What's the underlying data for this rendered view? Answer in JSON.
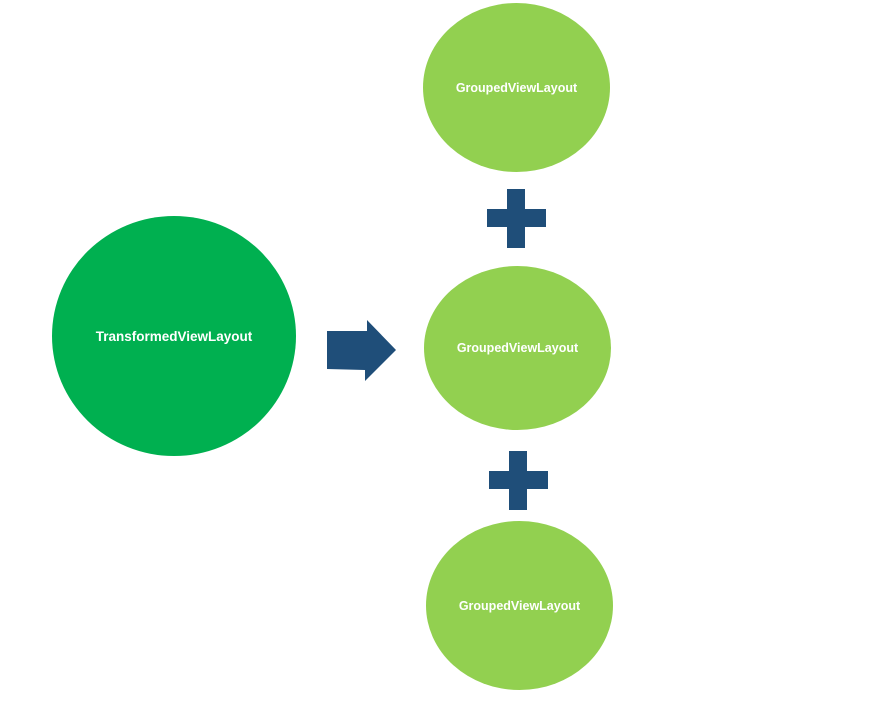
{
  "colors": {
    "background": "#ffffff",
    "main_node": "#00b050",
    "group_node": "#92d050",
    "connector": "#1f4e79",
    "label": "#ffffff"
  },
  "main_node": {
    "label": "TransformedViewLayout"
  },
  "connector_icon": "right-arrow-icon",
  "join_icon": "plus-icon",
  "group_nodes": [
    {
      "label": "GroupedViewLayout"
    },
    {
      "label": "GroupedViewLayout"
    },
    {
      "label": "GroupedViewLayout"
    }
  ]
}
